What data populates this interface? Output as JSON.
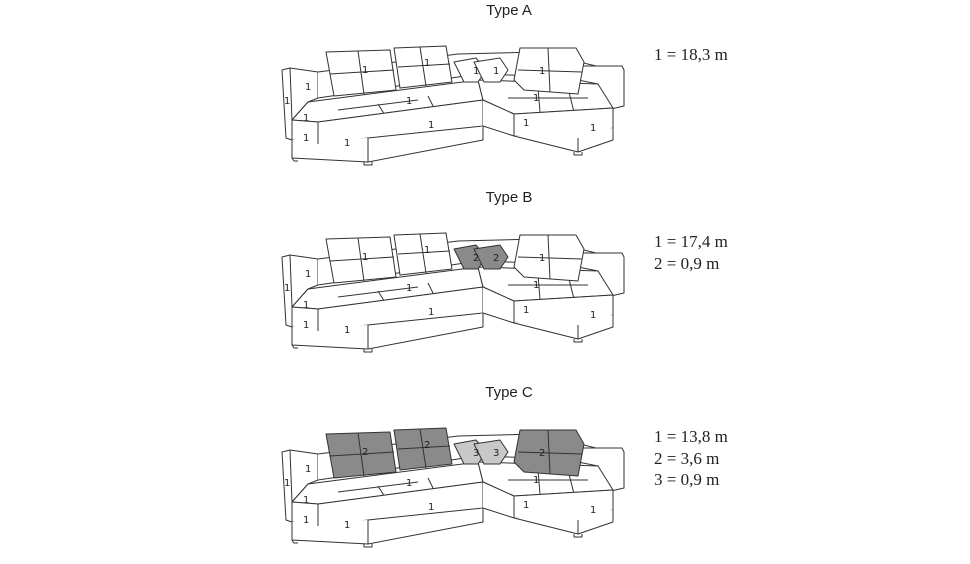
{
  "colors": {
    "light": "#ffffff",
    "medium": "#c8c8c8",
    "dark": "#8a8a8a",
    "outline": "#333333"
  },
  "variants": [
    {
      "title": "Type A",
      "fills": {
        "back": "light",
        "corner": "light",
        "right": "light"
      },
      "labels": {
        "back_left": "1",
        "back_mid": "1",
        "corner_a": "1",
        "corner_b": "1",
        "right_back": "1",
        "arm": "1",
        "arm_edge": "1",
        "seat_left": "1",
        "seat_right": "1",
        "base_left": "1",
        "base_mid": "1",
        "base_right": "1",
        "front_low": "1",
        "front_corner": "1",
        "right_end": "1"
      },
      "legend": [
        "1 = 18,3 m"
      ]
    },
    {
      "title": "Type B",
      "fills": {
        "back": "light",
        "corner": "dark",
        "right": "light"
      },
      "labels": {
        "back_left": "1",
        "back_mid": "1",
        "corner_a": "2",
        "corner_b": "2",
        "right_back": "1",
        "arm": "1",
        "arm_edge": "1",
        "seat_left": "1",
        "seat_right": "1",
        "base_left": "1",
        "base_mid": "1",
        "base_right": "1",
        "front_low": "1",
        "front_corner": "1",
        "right_end": "1"
      },
      "legend": [
        "1 = 17,4 m",
        "2 = 0,9 m"
      ]
    },
    {
      "title": "Type C",
      "fills": {
        "back": "dark",
        "corner": "medium",
        "right": "dark"
      },
      "labels": {
        "back_left": "2",
        "back_mid": "2",
        "corner_a": "3",
        "corner_b": "3",
        "right_back": "2",
        "arm": "1",
        "arm_edge": "1",
        "seat_left": "1",
        "seat_right": "1",
        "base_left": "1",
        "base_mid": "1",
        "base_right": "1",
        "front_low": "1",
        "front_corner": "1",
        "right_end": "1"
      },
      "legend": [
        "1 = 13,8 m",
        "2 = 3,6 m",
        "3 = 0,9 m"
      ]
    }
  ]
}
